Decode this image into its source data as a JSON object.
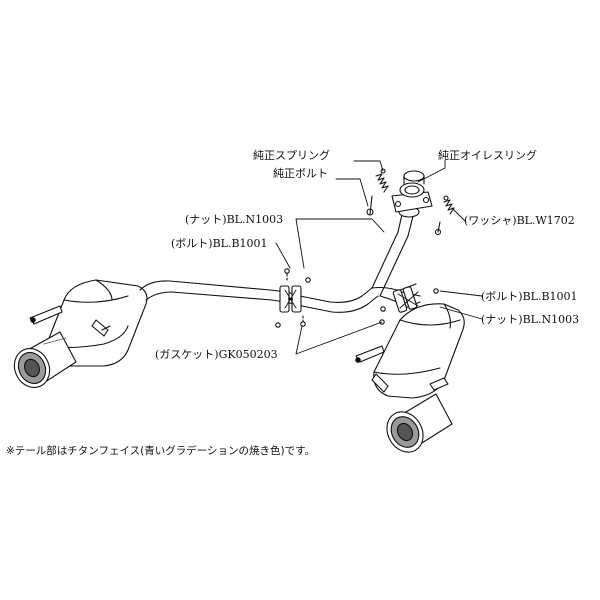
{
  "labels": {
    "spring": "純正スプリング",
    "bolt_stock": "純正ボルト",
    "oilless_ring": "純正オイレスリング",
    "washer": "(ワッシャ)BL.W1702",
    "nut_left": "(ナット)BL.N1003",
    "bolt_left": "(ボルト)BL.B1001",
    "bolt_right": "(ボルト)BL.B1001",
    "nut_right": "(ナット)BL.N1003",
    "gasket": "(ガスケット)GK050203"
  },
  "note": "※テール部はチタンフェイス(青いグラデーションの焼き色)です。",
  "colors": {
    "line": "#111111",
    "shade": "#9a9a9a",
    "tip_dark": "#555555"
  }
}
